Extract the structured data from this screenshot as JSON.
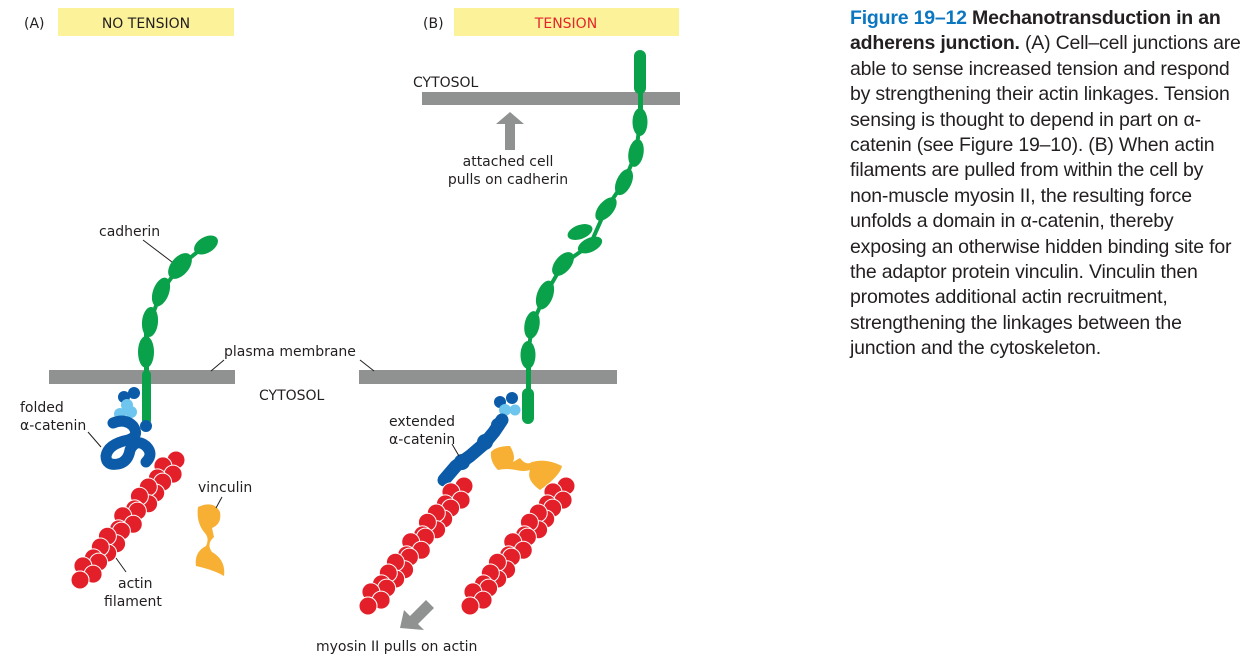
{
  "panels": [
    {
      "letter": "(A)",
      "header": "NO TENSION",
      "header_color": "#231f20"
    },
    {
      "letter": "(B)",
      "header": "TENSION",
      "header_color": "#e3262b"
    }
  ],
  "labels": {
    "cadherin": "cadherin",
    "plasma_membrane": "plasma membrane",
    "cytosol_a": "CYTOSOL",
    "cytosol_b": "CYTOSOL",
    "folded_line1": "folded",
    "folded_line2": "α-catenin",
    "vinculin": "vinculin",
    "actin_line1": "actin",
    "actin_line2": "filament",
    "attached_line1": "attached cell",
    "attached_line2": "pulls on cadherin",
    "extended_line1": "extended",
    "extended_line2": "α-catenin",
    "myosin": "myosin II pulls on actin"
  },
  "caption": {
    "figure_number": "Figure 19–12",
    "title": "Mechanotransduction in an adherens junction.",
    "body": "(A) Cell–cell junctions are able to sense increased tension and respond by strengthening their actin linkages. Tension sensing is thought to depend in part on α-catenin (see Figure 19–10). (B) When actin filaments are pulled from within the cell by non-muscle myosin II, the resulting force unfolds a domain in α-catenin, thereby exposing an otherwise hidden binding site for the adaptor protein vinculin. Vinculin then promotes additional actin recruitment, strengthening the linkages between the junction and the cytoskeleton."
  },
  "colors": {
    "header_bg": "#fbf29a",
    "membrane": "#8f9291",
    "cadherin": "#0aa14b",
    "catenin_dark": "#0b5ba8",
    "catenin_light": "#6ec6ee",
    "actin": "#e3202a",
    "vinculin": "#f7b033",
    "arrow": "#8f9291",
    "caption_accent": "#0b77c1"
  }
}
